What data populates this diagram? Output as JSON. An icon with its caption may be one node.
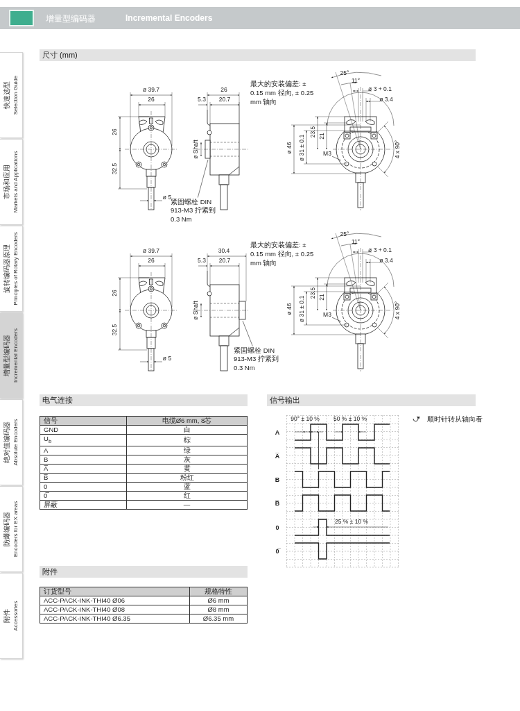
{
  "diagram": {
    "nodes": [
      {
        "text": [
          "紧固螺栓 DIN 913-M3 拧紧到 0.3 Nm"
        ]
      },
      {
        "text": [
          "M3"
        ]
      },
      {
        "text": [
          "紧固螺栓 DIN 913-M3 拧紧到 0.3 Nm"
        ]
      },
      {
        "text": [
          "M3"
        ]
      }
    ],
    "edges": [
      {
        "from": 0,
        "to": null,
        "arrow": "none"
      },
      {
        "from": 1,
        "to": null,
        "arrow": "none"
      },
      {
        "from": 2,
        "to": null,
        "arrow": "none"
      },
      {
        "from": 3,
        "to": null,
        "arrow": "none"
      }
    ],
    "labels": [
      "增量型编码器",
      "Incremental Encoders",
      "快速选型",
      "Selection Guide",
      "市场和应用",
      "Markets and Applications",
      "旋转编码器原理",
      "Principles of Rotary Encoders",
      "增量型编码器",
      "Incremental Encoders",
      "绝对值编码器",
      "Absolute Encoders",
      "防爆编码器",
      "Encoders for EX areas",
      "附件",
      "Accessories",
      "尺寸 (mm)",
      "ø 39.7",
      "26",
      "26",
      "32.5",
      "ø 5",
      "26",
      "5.3",
      "20.7",
      "ø Shaft",
      "最大的安装偏差: ± 0.15 mm 径向, ± 0.25 mm 轴向",
      "25°",
      "11°",
      "ø 3 + 0.1",
      "ø 3.4",
      "ø 46",
      "ø 31 ± 0.1",
      "23.5",
      "21",
      "4 x 90°",
      "ø 39.7",
      "26",
      "26",
      "32.5",
      "ø 5",
      "30.4",
      "5.3",
      "20.7",
      "ø Shaft",
      "最大的安装偏差: ± 0.15 mm 径向, ± 0.25 mm 轴向",
      "25°",
      "11°",
      "ø 3 + 0.1",
      "ø 3.4",
      "ø 46",
      "ø 31 ± 0.1",
      "23.5",
      "21",
      "4 x 90°",
      "电气连接",
      "信号",
      "电缆Ø6 mm, 8芯",
      "GND",
      "白",
      "U$_{b}$",
      "棕",
      "A",
      "绿",
      "B",
      "灰",
      "A̅",
      "黄",
      "B̅",
      "粉红",
      "0",
      "蓝",
      "0̅",
      "红",
      "屏蔽",
      "—",
      "信号输出",
      "90° ± 10 %",
      "50 % ± 10 %",
      "A",
      "A̅",
      "B",
      "B̅",
      "0",
      "0̅",
      "25 % ± 10 %",
      "顺时针转从轴向看",
      "附件",
      "订货型号",
      "规格特性",
      "ACC-PACK-INK-THI40 Ø06",
      "Ø6 mm",
      "ACC-PACK-INK-THI40 Ø08",
      "Ø8 mm",
      "ACC-PACK-INK-THI40 Ø6.35",
      "Ø6.35 mm"
    ]
  }
}
